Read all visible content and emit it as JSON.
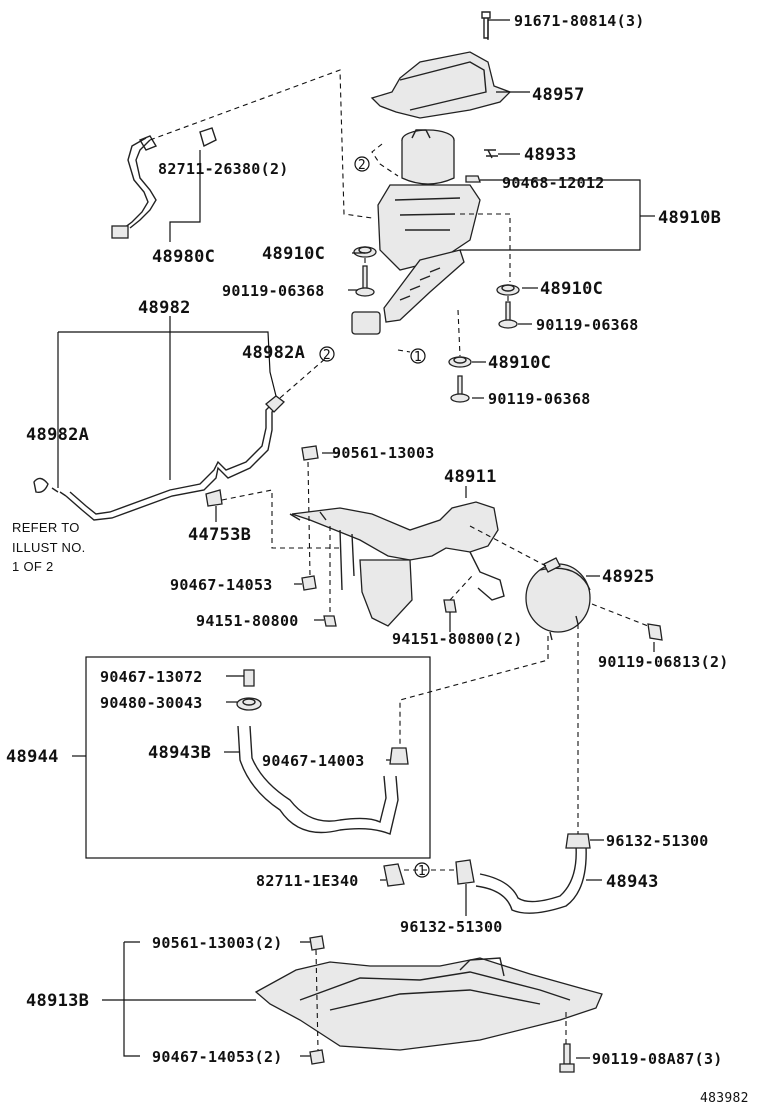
{
  "diagram": {
    "labels": {
      "p91671": "91671-80814(3)",
      "p48957": "48957",
      "p82711a": "82711-26380(2)",
      "p48933": "48933",
      "p90468": "90468-12012",
      "p48910B": "48910B",
      "p48980C": "48980C",
      "p48910C_1": "48910C",
      "p90119_1": "90119-06368",
      "p48910C_2": "48910C",
      "p90119_2": "90119-06368",
      "p48910C_3": "48910C",
      "p90119_3": "90119-06368",
      "p48982": "48982",
      "p48982A_right": "48982A",
      "p48982A_left": "48982A",
      "refer_line1": "REFER TO",
      "refer_line2": "ILLUST NO.",
      "refer_line3": "1 OF 2",
      "p90561a": "90561-13003",
      "p48911": "48911",
      "p44753B": "44753B",
      "p90467_14053a": "90467-14053",
      "p48925": "48925",
      "p94151a": "94151-80800",
      "p94151b": "94151-80800(2)",
      "p90119_06813": "90119-06813(2)",
      "p90467_13072": "90467-13072",
      "p90480": "90480-30043",
      "p48944": "48944",
      "p48943B": "48943B",
      "p90467_14003": "90467-14003",
      "p96132a": "96132-51300",
      "p82711b": "82711-1E340",
      "p48943": "48943",
      "p96132b": "96132-51300",
      "p90561b": "90561-13003(2)",
      "p48913B": "48913B",
      "p90467_14053b": "90467-14053(2)",
      "p90119_08A87": "90119-08A87(3)",
      "circle_1": "1",
      "circle_2": "2",
      "illust_id": "483982"
    }
  }
}
